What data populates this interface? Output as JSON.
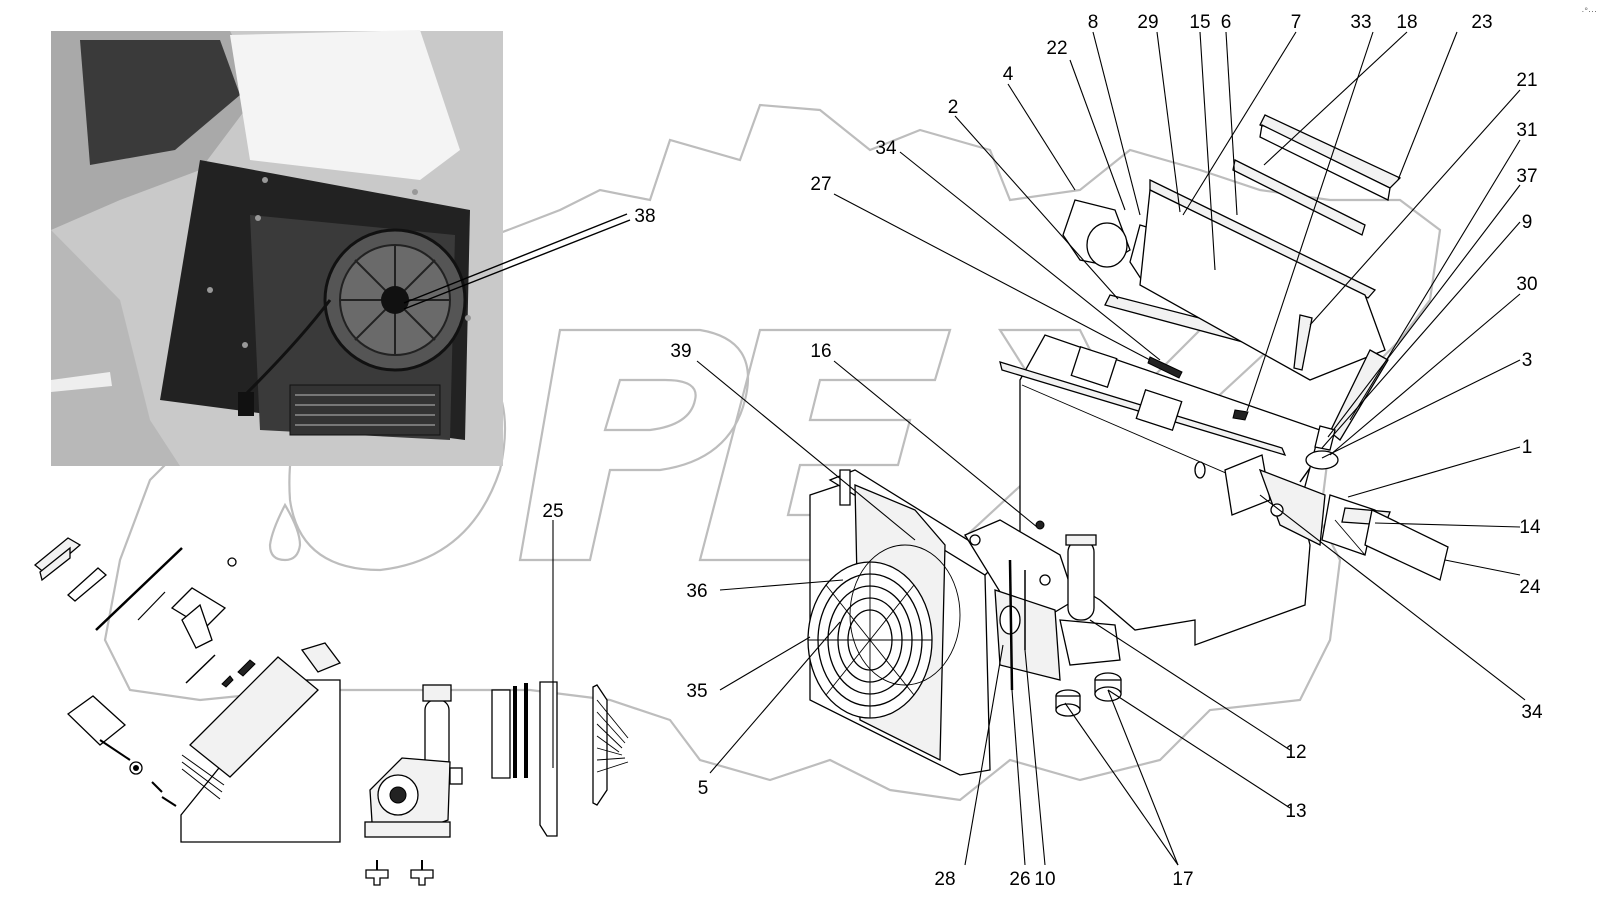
{
  "diagram": {
    "corner_mark": "·°···",
    "callouts": [
      {
        "id": "c1",
        "text": "1"
      },
      {
        "id": "c2",
        "text": "2"
      },
      {
        "id": "c3",
        "text": "3"
      },
      {
        "id": "c4",
        "text": "4"
      },
      {
        "id": "c5",
        "text": "5"
      },
      {
        "id": "c6",
        "text": "6"
      },
      {
        "id": "c7",
        "text": "7"
      },
      {
        "id": "c8",
        "text": "8"
      },
      {
        "id": "c9",
        "text": "9"
      },
      {
        "id": "c10",
        "text": "10"
      },
      {
        "id": "c12",
        "text": "12"
      },
      {
        "id": "c13",
        "text": "13"
      },
      {
        "id": "c14",
        "text": "14"
      },
      {
        "id": "c15",
        "text": "15"
      },
      {
        "id": "c16",
        "text": "16"
      },
      {
        "id": "c17",
        "text": "17"
      },
      {
        "id": "c18",
        "text": "18"
      },
      {
        "id": "c21",
        "text": "21"
      },
      {
        "id": "c22",
        "text": "22"
      },
      {
        "id": "c23",
        "text": "23"
      },
      {
        "id": "c24",
        "text": "24"
      },
      {
        "id": "c25",
        "text": "25"
      },
      {
        "id": "c26",
        "text": "26"
      },
      {
        "id": "c27",
        "text": "27"
      },
      {
        "id": "c28",
        "text": "28"
      },
      {
        "id": "c29",
        "text": "29"
      },
      {
        "id": "c30",
        "text": "30"
      },
      {
        "id": "c31",
        "text": "31"
      },
      {
        "id": "c33",
        "text": "33"
      },
      {
        "id": "c34a",
        "text": "34"
      },
      {
        "id": "c34b",
        "text": "34"
      },
      {
        "id": "c35",
        "text": "35"
      },
      {
        "id": "c36",
        "text": "36"
      },
      {
        "id": "c37",
        "text": "37"
      },
      {
        "id": "c38",
        "text": "38"
      },
      {
        "id": "c39",
        "text": "39"
      }
    ]
  }
}
